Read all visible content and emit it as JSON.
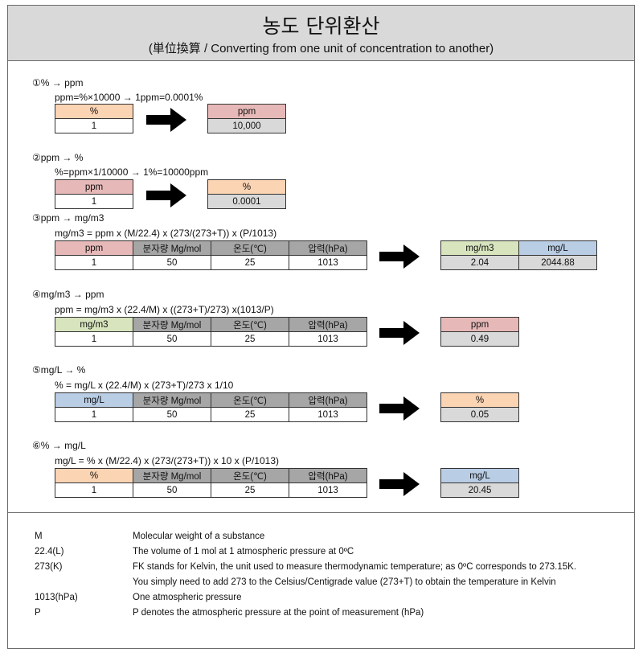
{
  "header": {
    "title": "농도 단위환산",
    "subtitle": "(単位換算 / Converting from one unit of concentration to another)"
  },
  "sections": [
    {
      "heading": "①% → ppm",
      "formula": "ppm=%×10000 → 1ppm=0.0001%",
      "in_headers": [
        "%"
      ],
      "in_values": [
        "1"
      ],
      "out_headers": [
        "ppm"
      ],
      "out_values": [
        "10,000"
      ]
    },
    {
      "heading": "②ppm → %",
      "formula": "%=ppm×1/10000 → 1%=10000ppm",
      "in_headers": [
        "ppm"
      ],
      "in_values": [
        "1"
      ],
      "out_headers": [
        "%"
      ],
      "out_values": [
        "0.0001"
      ]
    },
    {
      "heading": "③ppm → mg/m3",
      "formula": "mg/m3 = ppm x (M/22.4) x (273/(273+T)) x (P/1013)",
      "in_headers": [
        "ppm",
        "분자량 Mg/mol",
        "온도(℃)",
        "압력(hPa)"
      ],
      "in_values": [
        "1",
        "50",
        "25",
        "1013"
      ],
      "out_headers": [
        "mg/m3",
        "mg/L"
      ],
      "out_values": [
        "2.04",
        "2044.88"
      ]
    },
    {
      "heading": "④mg/m3 → ppm",
      "formula": "ppm = mg/m3 x (22.4/M) x ((273+T)/273) x(1013/P)",
      "in_headers": [
        "mg/m3",
        "분자량 Mg/mol",
        "온도(℃)",
        "압력(hPa)"
      ],
      "in_values": [
        "1",
        "50",
        "25",
        "1013"
      ],
      "out_headers": [
        "ppm"
      ],
      "out_values": [
        "0.49"
      ]
    },
    {
      "heading": "⑤mg/L → %",
      "formula": "% = mg/L x (22.4/M) x (273+T)/273 x 1/10",
      "in_headers": [
        "mg/L",
        "분자량 Mg/mol",
        "온도(℃)",
        "압력(hPa)"
      ],
      "in_values": [
        "1",
        "50",
        "25",
        "1013"
      ],
      "out_headers": [
        "%"
      ],
      "out_values": [
        "0.05"
      ]
    },
    {
      "heading": "⑥% → mg/L",
      "formula": "mg/L = % x (M/22.4) x (273/(273+T)) x 10 x (P/1013)",
      "in_headers": [
        "%",
        "분자량 Mg/mol",
        "온도(℃)",
        "압력(hPa)"
      ],
      "in_values": [
        "1",
        "50",
        "25",
        "1013"
      ],
      "out_headers": [
        "mg/L"
      ],
      "out_values": [
        "20.45"
      ]
    }
  ],
  "legend": [
    {
      "term": "M",
      "desc": "Molecular weight of a substance"
    },
    {
      "term": "22.4(L)",
      "desc": "The volume of 1 mol at 1 atmospheric pressure at 0ºC"
    },
    {
      "term": "273(K)",
      "desc": "FK stands for Kelvin, the unit used to measure thermodynamic temperature; as 0ºC corresponds to 273.15K."
    },
    {
      "term": "",
      "desc": "You simply need to add 273 to the Celsius/Centigrade value (273+T) to obtain the temperature in Kelvin"
    },
    {
      "term": "1013(hPa)",
      "desc": "One atmospheric pressure"
    },
    {
      "term": "P",
      "desc": "P denotes the atmospheric pressure at the point of measurement (hPa)"
    }
  ],
  "colors": {
    "orange": "#fbd4b4",
    "pink": "#e6b9b8",
    "green": "#d7e4bd",
    "blue": "#b9cde5",
    "gray": "#a6a6a6",
    "light_gray": "#d9d9d9"
  }
}
